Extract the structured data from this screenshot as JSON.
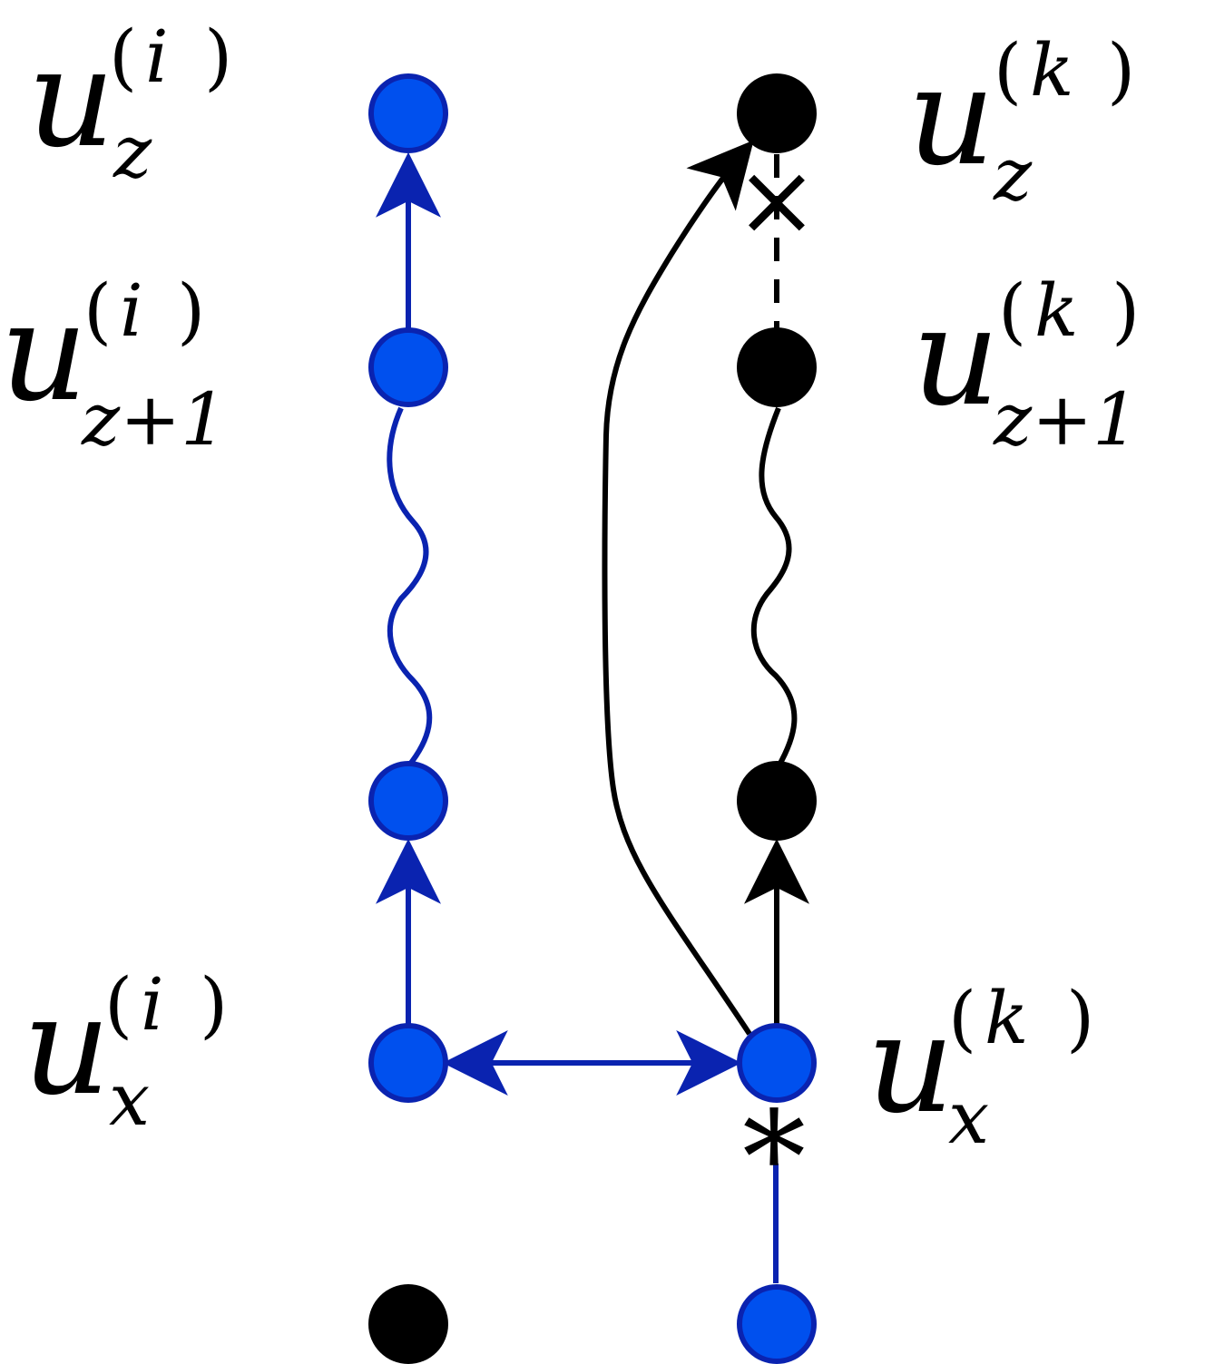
{
  "colors": {
    "blue": "#0050ee",
    "blue_stroke": "#0a23b0",
    "black": "#000000"
  },
  "labels": {
    "uzi": {
      "base": "u",
      "sup_open": "(",
      "sup_var": "i",
      "sup_close": ")",
      "sub": "z"
    },
    "uz1i": {
      "base": "u",
      "sup_open": "(",
      "sup_var": "i",
      "sup_close": ")",
      "sub": "z+1"
    },
    "uxi": {
      "base": "u",
      "sup_open": "(",
      "sup_var": "i",
      "sup_close": ")",
      "sub": "x"
    },
    "uzk": {
      "base": "u",
      "sup_open": "(",
      "sup_var": "k",
      "sup_close": ")",
      "sub": "z"
    },
    "uz1k": {
      "base": "u",
      "sup_open": "(",
      "sup_var": "k",
      "sup_close": ")",
      "sub": "z+1"
    },
    "uxk": {
      "base": "u",
      "sup_open": "(",
      "sup_var": "k",
      "sup_close": ")",
      "sub": "x"
    }
  },
  "markers": {
    "cross": "×",
    "star": "*"
  }
}
